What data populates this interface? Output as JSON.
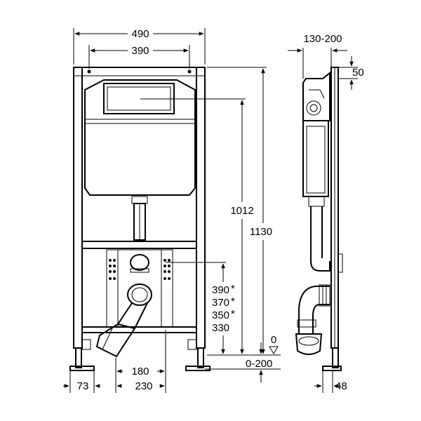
{
  "front_view": {
    "dim_total_width": "490",
    "dim_mount_width": "390",
    "dim_flush_height": "1012",
    "dim_total_height": "1130",
    "dim_outlet_heights": [
      "390",
      "370",
      "350",
      "330"
    ],
    "asterisk": "*",
    "dim_floor_adjust": "0-200",
    "floor_level": "0",
    "dim_foot_offset": "73",
    "dim_outlet_spacing": "180",
    "dim_outlet_span": "230"
  },
  "side_view": {
    "dim_depth": "130-200",
    "dim_top": "50",
    "dim_base": "48"
  }
}
